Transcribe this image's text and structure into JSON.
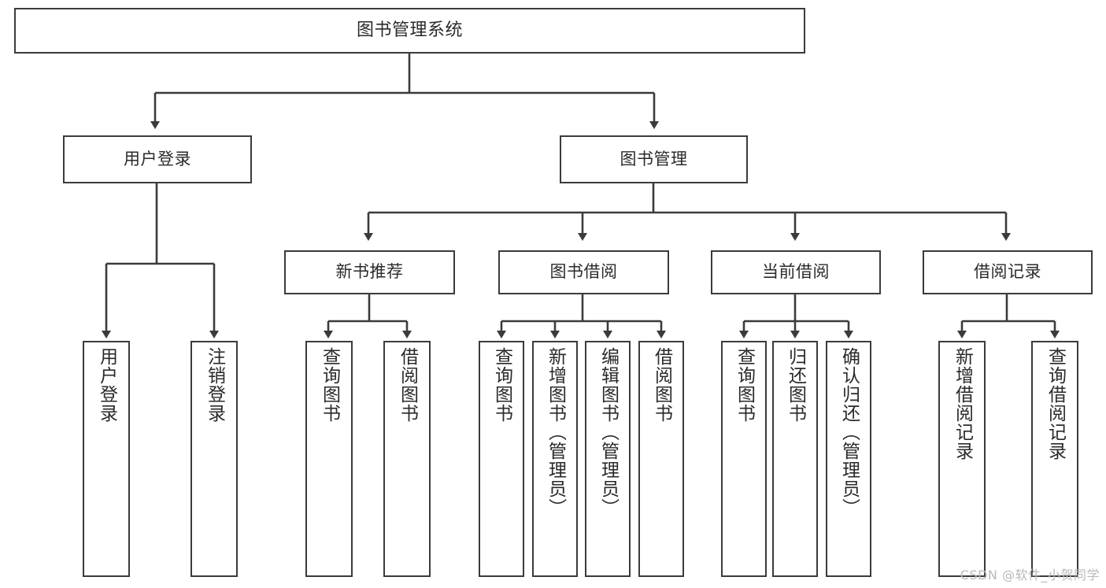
{
  "diagram": {
    "title": "图书管理系统",
    "watermark": "CSDN @软件_小贺同学",
    "stroke_color": "#3b3b3b",
    "text_color": "#2a2a2a",
    "background_color": "#ffffff",
    "root": {
      "label": "图书管理系统",
      "orientation": "horizontal"
    },
    "level2": [
      {
        "label": "用户登录",
        "orientation": "horizontal"
      },
      {
        "label": "图书管理",
        "orientation": "horizontal"
      }
    ],
    "level3": [
      {
        "label": "新书推荐",
        "orientation": "horizontal"
      },
      {
        "label": "图书借阅",
        "orientation": "horizontal"
      },
      {
        "label": "当前借阅",
        "orientation": "horizontal"
      },
      {
        "label": "借阅记录",
        "orientation": "horizontal"
      }
    ],
    "leaves": {
      "user_login": [
        {
          "label": "用户登录",
          "orientation": "vertical"
        },
        {
          "label": "注销登录",
          "orientation": "vertical"
        }
      ],
      "new_book_recommend": [
        {
          "label": "查询图书",
          "orientation": "vertical"
        },
        {
          "label": "借阅图书",
          "orientation": "vertical"
        }
      ],
      "book_borrow": [
        {
          "label": "查询图书",
          "orientation": "vertical"
        },
        {
          "label": "新增图书（管理员）",
          "orientation": "vertical"
        },
        {
          "label": "编辑图书（管理员）",
          "orientation": "vertical"
        },
        {
          "label": "借阅图书",
          "orientation": "vertical"
        }
      ],
      "current_borrow": [
        {
          "label": "查询图书",
          "orientation": "vertical"
        },
        {
          "label": "归还图书",
          "orientation": "vertical"
        },
        {
          "label": "确认归还（管理员）",
          "orientation": "vertical"
        }
      ],
      "borrow_record": [
        {
          "label": "新增借阅记录",
          "orientation": "vertical"
        },
        {
          "label": "查询借阅记录",
          "orientation": "vertical"
        }
      ]
    }
  }
}
